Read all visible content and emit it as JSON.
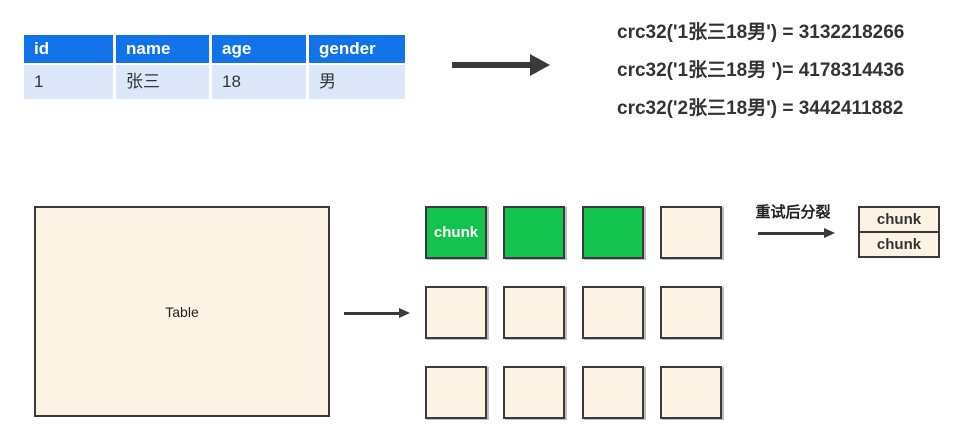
{
  "colors": {
    "header_blue": "#1273E8",
    "row_blue": "#DCE7FA",
    "box_beige": "#FDF3E5",
    "chunk_green": "#12C34E",
    "line_dark": "#3A3A3A",
    "text_dark": "#333333"
  },
  "mini_table": {
    "headers": [
      "id",
      "name",
      "age",
      "gender"
    ],
    "row": [
      "1",
      "张三",
      "18",
      "男"
    ]
  },
  "crc_lines": [
    "crc32('1张三18男') = 3132218266",
    "crc32('1张三18男 ')= 4178314436",
    "crc32('2张三18男') = 3442411882"
  ],
  "table_box": {
    "label": "Table"
  },
  "chunk_grid": {
    "rows": 3,
    "cols": 4,
    "green_cells": [
      0,
      1,
      2
    ],
    "first_chunk_label": "chunk"
  },
  "split": {
    "arrow_label": "重试后分裂",
    "boxes": [
      "chunk",
      "chunk"
    ]
  }
}
